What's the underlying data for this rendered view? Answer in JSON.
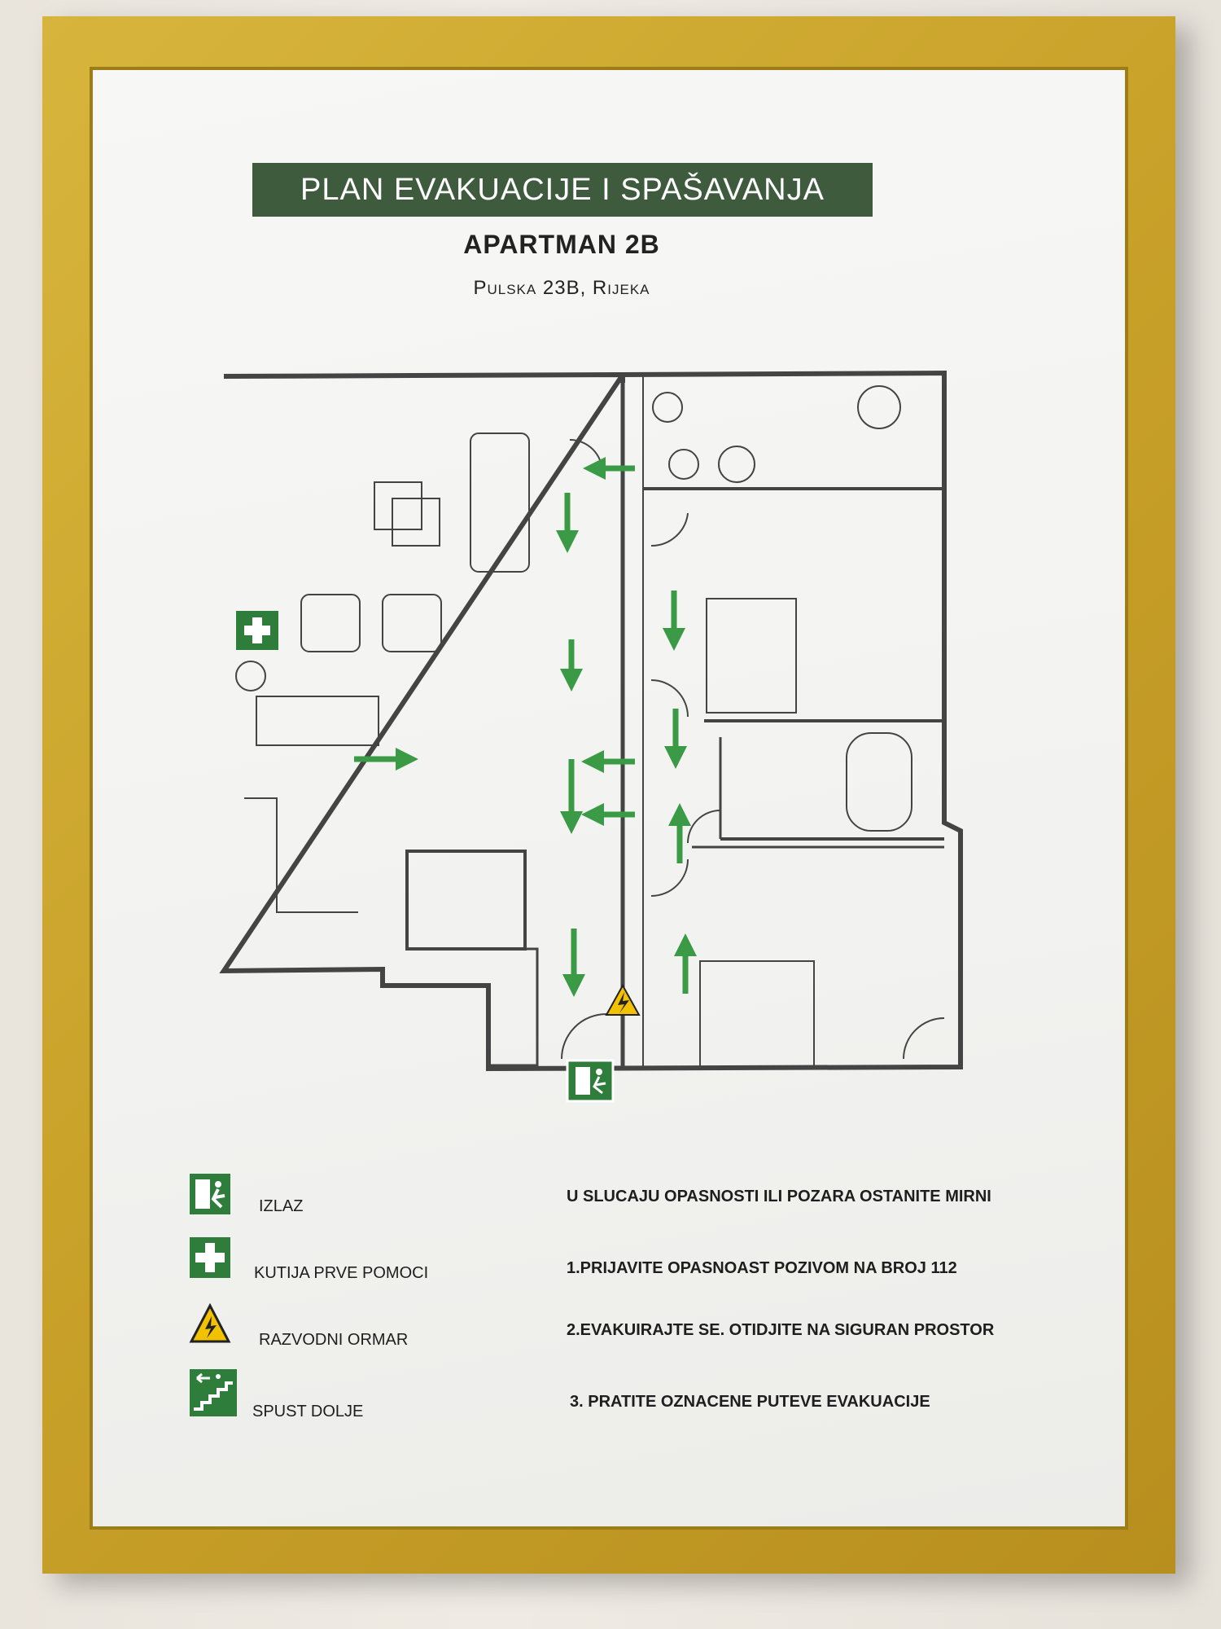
{
  "sign": {
    "title": "PLAN EVAKUACIJE I SPAŠAVANJA",
    "subtitle": "APARTMAN 2B",
    "address": "Pulska 23B, Rijeka"
  },
  "legend": [
    {
      "icon": "exit-icon",
      "label": "IZLAZ"
    },
    {
      "icon": "first-aid-icon",
      "label": "KUTIJA PRVE POMOCI"
    },
    {
      "icon": "electrical-hazard-icon",
      "label": "RAZVODNI ORMAR"
    },
    {
      "icon": "stairs-down-icon",
      "label": "SPUST DOLJE"
    }
  ],
  "instructions": [
    "U SLUCAJU OPASNOSTI ILI POZARA OSTANITE MIRNI",
    "1.PRIJAVITE OPASNOAST POZIVOM NA BROJ 112",
    "2.EVAKUIRAJTE SE. OTIDJITE NA SIGURAN PROSTOR",
    "3. PRATITE OZNACENE PUTEVE EVAKUACIJE"
  ],
  "colors": {
    "frame": "#c9a22a",
    "title_bar": "#3f5b3e",
    "sign_green": "#2e7d3a",
    "arrow_green": "#3a9a45",
    "hazard_yellow": "#f2c200"
  }
}
